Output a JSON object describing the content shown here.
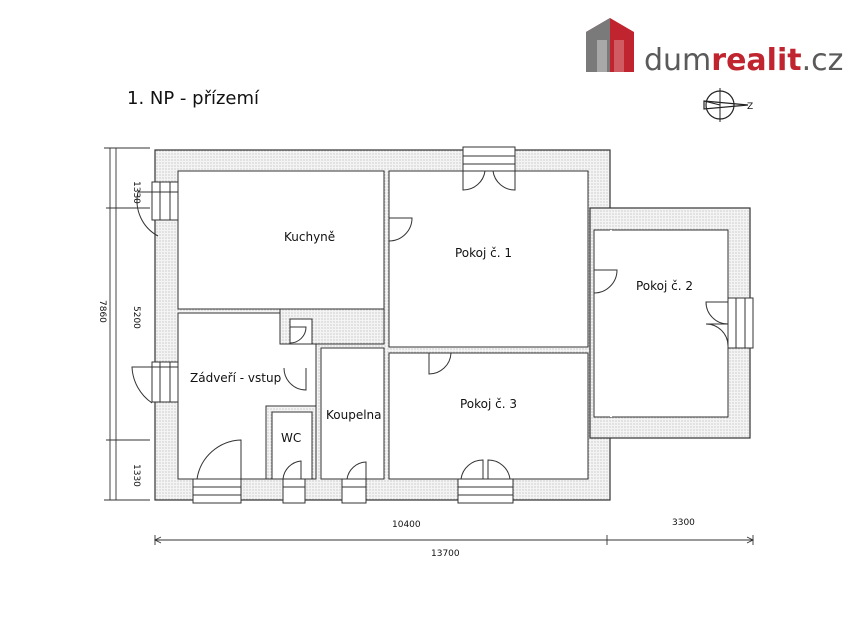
{
  "logo": {
    "text_part1": "dum",
    "text_part2": "realit",
    "text_part3": ".cz",
    "color_primary": "#c0242e",
    "color_secondary": "#5a5a5a"
  },
  "title": "1. NP - přízemí",
  "north": {
    "label": "Z"
  },
  "rooms": {
    "kitchen": "Kuchyně",
    "room1": "Pokoj č. 1",
    "room2": "Pokoj č. 2",
    "room3": "Pokoj č. 3",
    "hall": "Zádveří - vstup",
    "bathroom": "Koupelna",
    "wc": "WC"
  },
  "dimensions": {
    "left_top": "1330",
    "left_middle": "5200",
    "left_bottom": "1330",
    "left_total": "7860",
    "bottom_main": "10400",
    "bottom_wing": "3300",
    "bottom_total": "13700"
  },
  "colors": {
    "wall_fill": "#f0f0f0",
    "wall_stroke": "#333333",
    "hatch": "#b5b5b5"
  }
}
